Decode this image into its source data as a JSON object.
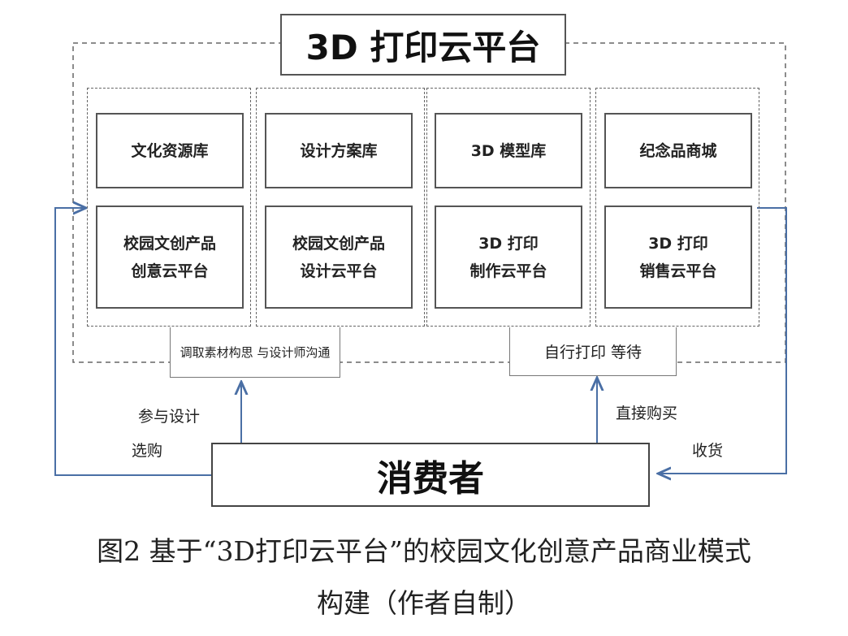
{
  "title": "3D 打印云平台",
  "columns": [
    {
      "top": "文化资源库",
      "bottom_line1": "校园文创产品",
      "bottom_line2": "创意云平台"
    },
    {
      "top": "设计方案库",
      "bottom_line1": "校园文创产品",
      "bottom_line2": "设计云平台"
    },
    {
      "top": "3D 模型库",
      "bottom_line1": "3D 打印",
      "bottom_line2": "制作云平台"
    },
    {
      "top": "纪念品商城",
      "bottom_line1": "3D 打印",
      "bottom_line2": "销售云平台"
    }
  ],
  "left_process": "调取素材构思  与设计师沟通",
  "right_process": "自行打印   等待",
  "labels": {
    "participate_design": "参与设计",
    "select_buy": "选购",
    "direct_buy": "直接购买",
    "receive": "收货"
  },
  "consumer": "消费者",
  "caption_line1": "图2 基于“3D打印云平台”的校园文化创意产品商业模式",
  "caption_line2": "构建（作者自制）",
  "colors": {
    "arrow": "#4a6fa5",
    "border": "#555555",
    "dashed": "#666666"
  }
}
